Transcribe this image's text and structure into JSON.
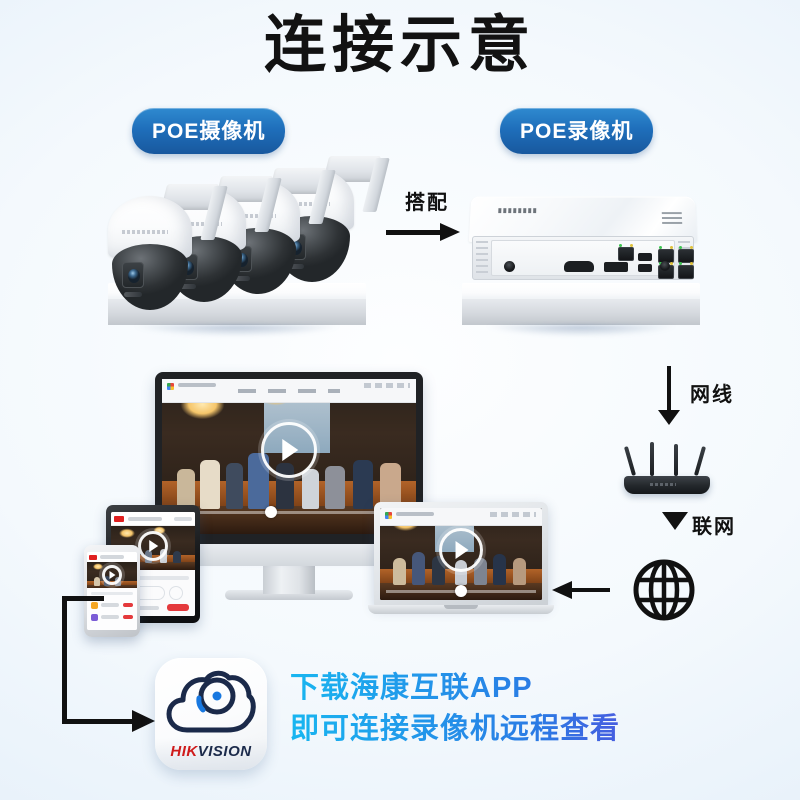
{
  "page": {
    "title": "连接示意",
    "background_top": "#fbfdff",
    "background_bottom": "#e3eff9"
  },
  "badges": {
    "camera": "POE摄像机",
    "recorder": "POE录像机",
    "accent": "#1f6fbb"
  },
  "pair": {
    "label": "搭配",
    "arrow": "arrow-right-icon"
  },
  "devices": {
    "camera_count": 4,
    "camera_name": "ptz-dome-camera",
    "recorder_name": "poe-nvr-recorder",
    "monitor_name": "desktop-monitor",
    "tablet_name": "tablet-device",
    "phone_name": "smartphone-device",
    "laptop_name": "laptop-device"
  },
  "right_column": {
    "cable_label": "网线",
    "network_label": "联网",
    "router_name": "wifi-router",
    "globe_name": "globe-icon",
    "cable_arrow": "arrow-down-icon",
    "network_arrow": "arrow-down-icon",
    "globe_arrow": "arrow-left-icon"
  },
  "app": {
    "icon_name": "hikvision-cloud-app-icon",
    "brand_red": "HIK",
    "brand_dark": "VISION",
    "connector_arrow": "arrow-right-icon"
  },
  "cta": {
    "line1": "下载海康互联APP",
    "line2": "即可连接录像机远程查看",
    "gradient_start": "#18b6f0",
    "gradient_end": "#7b28d8"
  }
}
